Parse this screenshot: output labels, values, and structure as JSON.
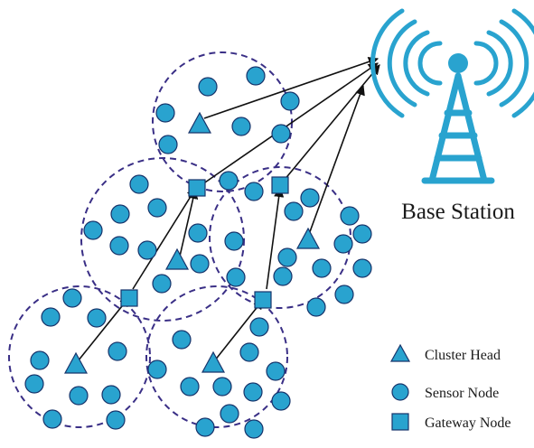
{
  "base_station": {
    "label": "Base Station",
    "icon": "radio-tower-icon"
  },
  "legend": {
    "items": [
      {
        "label": "Cluster Head",
        "icon": "triangle-icon"
      },
      {
        "label": "Sensor Node",
        "icon": "circle-icon"
      },
      {
        "label": "Gateway Node",
        "icon": "square-icon"
      }
    ]
  },
  "colors": {
    "node_fill": "#29a3cf",
    "node_stroke": "#17346b",
    "cluster_boundary": "#3a2f86",
    "arrow": "#111111",
    "tower": "#29a3cf"
  }
}
